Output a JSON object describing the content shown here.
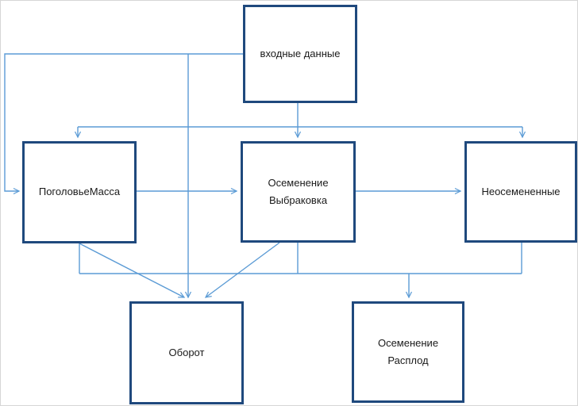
{
  "diagram": {
    "nodes": {
      "input_data": {
        "label": "входные данные"
      },
      "pogolovye_massa": {
        "label": "ПоголовьеМасса"
      },
      "osemenenie_vybrakovka": {
        "label": [
          "Осеменение",
          "Выбраковка"
        ]
      },
      "neosemenennye": {
        "label": "Неосемененные"
      },
      "oborot": {
        "label": "Оборот"
      },
      "osemenenie_rasplod": {
        "label": [
          "Осеменение",
          "Расплод"
        ]
      }
    },
    "colors": {
      "box_border": "#1F497D",
      "connector": "#5B9BD5",
      "text": "#1A1A1A",
      "background": "#FFFFFF"
    }
  }
}
